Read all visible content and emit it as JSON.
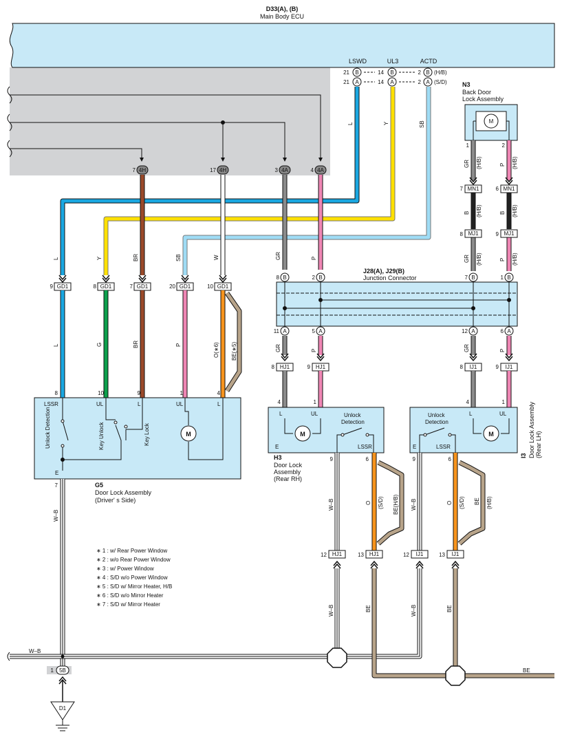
{
  "ecu": {
    "id": "D33(A), (B)",
    "name": "Main Body ECU",
    "terminals": [
      "LSWD",
      "UL3",
      "ACTD"
    ],
    "pins": {
      "b_lswd": "21",
      "a_lswd": "21",
      "b_ul3": "14",
      "a_ul3": "14",
      "b_actd": "2",
      "a_actd": "2"
    },
    "letters": {
      "b": "B",
      "a": "A"
    },
    "variants": {
      "hb": "(H/B)",
      "sd": "(S/D)"
    }
  },
  "back_door": {
    "id": "N3",
    "name_line1": "Back Door",
    "name_line2": "Lock Assembly",
    "pin1": "1",
    "pin2": "2",
    "wire1": "GR",
    "wire1_var": "(H/B)",
    "wire2": "P",
    "wire2_var": "(H/B)",
    "mn1": "MN1",
    "mn1_pin1": "7",
    "mn1_pin2": "6",
    "b1": "B",
    "b1_var": "(H/B)",
    "b2": "B",
    "b2_var": "(H/B)",
    "mj1": "MJ1",
    "mj1_pin1": "8",
    "mj1_pin2": "9",
    "gr2": "GR",
    "gr2_var": "(H/B)",
    "p2": "P",
    "p2_var": "(H/B)"
  },
  "ecu_connectors": [
    {
      "pin": "7",
      "label": "4H"
    },
    {
      "pin": "17",
      "label": "4H"
    },
    {
      "pin": "3",
      "label": "4A"
    },
    {
      "pin": "4",
      "label": "4A"
    }
  ],
  "wires_top": {
    "l": "L",
    "y": "Y",
    "sb": "SB"
  },
  "gd1_wires": [
    "L",
    "Y",
    "BR",
    "SB",
    "W"
  ],
  "gd1": [
    {
      "pin": "9",
      "label": "GD1"
    },
    {
      "pin": "8",
      "label": "GD1"
    },
    {
      "pin": "7",
      "label": "GD1"
    },
    {
      "pin": "20",
      "label": "GD1"
    },
    {
      "pin": "10",
      "label": "GD1"
    }
  ],
  "gd1_lower_wires": [
    "L",
    "G",
    "BR",
    "P",
    "O(∗6)",
    "BE(∗5)"
  ],
  "driver": {
    "id": "G5",
    "name_line1": "Door Lock Assembly",
    "name_line2": "(Driver' s Side)",
    "terms": [
      "LSSR",
      "UL",
      "L",
      "UL",
      "L"
    ],
    "pins": [
      "8",
      "10",
      "9",
      "1",
      "4"
    ],
    "unlock_detection": "Unlock Detection",
    "key_unlock": "Key Unlock",
    "key_lock": "Key Lock",
    "e": "E",
    "e_pin": "7",
    "motor": "M"
  },
  "junction": {
    "id": "J28(A), J29(B)",
    "name": "Junction Connector",
    "top_pins": [
      "8",
      "2",
      "7",
      "1"
    ],
    "top_letter": "B",
    "bottom_pins": [
      "11",
      "5",
      "12",
      "6"
    ],
    "bottom_letter": "A",
    "wire_gr": "GR",
    "wire_p": "P"
  },
  "rh": {
    "id": "H3",
    "name_line1": "Door Lock",
    "name_line2": "Assembly",
    "name_line3": "(Rear RH)",
    "hj1_top": [
      {
        "pin": "8",
        "label": "HJ1"
      },
      {
        "pin": "9",
        "label": "HJ1"
      }
    ],
    "wire_gr": "GR",
    "wire_p": "P",
    "terms": [
      "L",
      "UL",
      "E",
      "LSSR"
    ],
    "pins": [
      "4",
      "1",
      "9",
      "6"
    ],
    "detection_line1": "Unlock",
    "detection_line2": "Detection",
    "motor": "M",
    "wire_wb": "W–B",
    "wire_o": "O",
    "wire_o_var": "(S/D)",
    "wire_be": "BE(H/B)",
    "hj1_bottom": [
      {
        "pin": "12",
        "label": "HJ1"
      },
      {
        "pin": "13",
        "label": "HJ1"
      }
    ],
    "wire_wb2": "W–B",
    "wire_be2": "BE"
  },
  "lh": {
    "id": "I3",
    "name_line1": "Door Lock Assembly",
    "name_line2": "(Rear LH)",
    "ij1_top": [
      {
        "pin": "8",
        "label": "IJ1"
      },
      {
        "pin": "9",
        "label": "IJ1"
      }
    ],
    "wire_gr": "GR",
    "wire_p": "P",
    "terms": [
      "E",
      "LSSR",
      "L",
      "UL"
    ],
    "pins": [
      "9",
      "6",
      "4",
      "1"
    ],
    "detection_line1": "Unlock",
    "detection_line2": "Detection",
    "motor": "M",
    "wire_wb": "W–B",
    "wire_o": "O",
    "wire_o_var": "(S/D)",
    "wire_be": "BE",
    "wire_be_var": "(H/B)",
    "ij1_bottom": [
      {
        "pin": "12",
        "label": "IJ1"
      },
      {
        "pin": "13",
        "label": "IJ1"
      }
    ],
    "wire_wb2": "W–B",
    "wire_be2": "BE"
  },
  "notes": [
    "∗ 1 : w/ Rear Power Window",
    "∗ 2 : w/o Rear Power Window",
    "∗ 3 : w/ Power Window",
    "∗ 4 : S/D w/o Power Window",
    "∗ 5 : S/D w/ Mirror Heater,  H/B",
    "∗ 6 : S/D w/o Mirror Heater",
    "∗ 7 : S/D w/ Mirror Heater"
  ],
  "ground": {
    "wire_wb_driver": "W–B",
    "wire_wb_bus": "W–B",
    "wire_be_bus": "BE",
    "conn_pin": "1",
    "conn_label": "5B",
    "ground_id": "D1"
  },
  "colors": {
    "L": "#1aa7e1",
    "Y": "#ffe000",
    "SB": "#9fdcf5",
    "BR": "#9b4a2a",
    "W": "#ffffff",
    "GR": "#8c8c8c",
    "P": "#ef86b4",
    "G": "#0ca04c",
    "O": "#f7941d",
    "BE": "#b8a48a",
    "B": "#222222",
    "ecu_fill": "#c8e9f7",
    "shade": "#d2d3d5",
    "assembly_fill": "#c8e9f7"
  }
}
